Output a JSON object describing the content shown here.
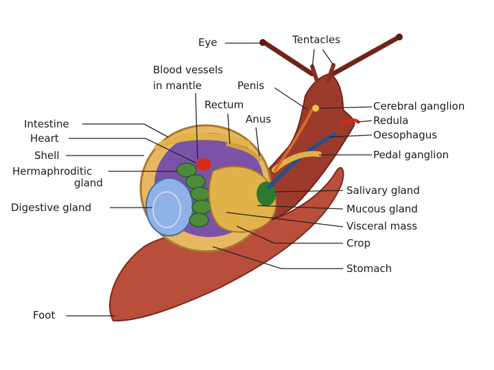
{
  "labels": {
    "eye": "Eye",
    "tentacles": "Tentacles",
    "blood_vessels_1": "Blood vessels",
    "blood_vessels_2": "in mantle",
    "penis": "Penis",
    "rectum": "Rectum",
    "anus": "Anus",
    "cerebral_ganglion": "Cerebral ganglion",
    "redula": "Redula",
    "oesophagus": "Oesophagus",
    "pedal_ganglion": "Pedal ganglion",
    "intestine": "Intestine",
    "heart": "Heart",
    "shell": "Shell",
    "hermaphroditic_1": "Hermaphroditic",
    "hermaphroditic_2": "gland",
    "digestive_gland": "Digestive gland",
    "salivary_gland": "Salivary gland",
    "mucous_gland": "Mucous gland",
    "visceral_mass": "Visceral mass",
    "crop": "Crop",
    "stomach": "Stomach",
    "foot": "Foot"
  },
  "colors": {
    "body": "#9c3b2c",
    "body_dark": "#6e2419",
    "foot": "#b94e3a",
    "shell_rim": "#e8b860",
    "shell_inner": "#7a52a8",
    "digestive": "#8fb2e6",
    "hermaphroditic": "#4d8a3c",
    "crop": "#e2b24a",
    "heart": "#d82a1a",
    "salivary": "#2d7a2e",
    "oesophagus": "#2a4f8a",
    "leader": "#222222"
  }
}
